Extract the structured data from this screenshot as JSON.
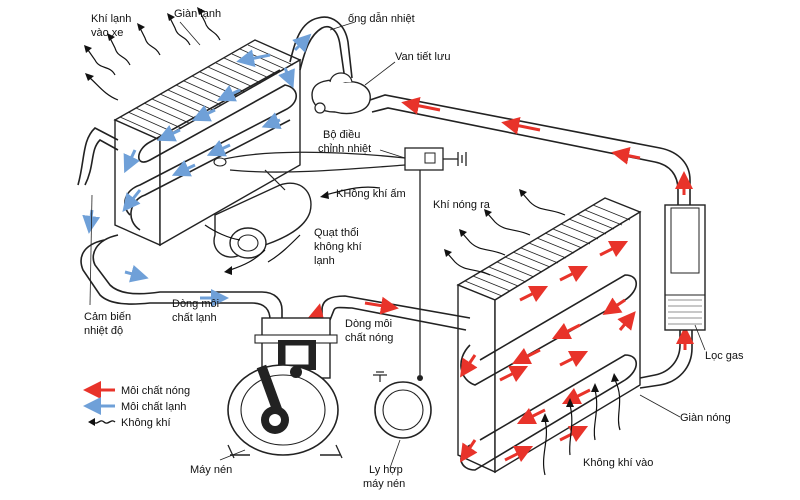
{
  "labels": {
    "cold_air_in_car_1": "Khí lạnh",
    "cold_air_in_car_2": "vào xe",
    "evaporator": "Giàn lạnh",
    "heat_pipe": "ống dẫn nhiệt",
    "expansion_valve": "Van tiết lưu",
    "thermostat_1": "Bộ điều",
    "thermostat_2": "chỉnh nhiệt",
    "humid_air": "KHông khí ấm",
    "hot_air_out": "Khí nóng ra",
    "blower_1": "Quạt thổi",
    "blower_2": "không khí",
    "blower_3": "lạnh",
    "cold_flow_1": "Dòng môi",
    "cold_flow_2": "chất lạnh",
    "hot_flow_1": "Dòng môi",
    "hot_flow_2": "chất nóng",
    "temp_sensor_1": "Cảm biến",
    "temp_sensor_2": "nhiệt độ",
    "receiver_filter": "Lọc gas",
    "condenser": "Giàn nóng",
    "air_in": "Không khí vào",
    "compressor": "Máy nén",
    "clutch_1": "Ly hợp",
    "clutch_2": "máy nén"
  },
  "legend": {
    "hot": "Môi chất nóng",
    "cold": "Môi chất lạnh",
    "air": "Không khí"
  },
  "colors": {
    "hot": "#e8332a",
    "cold": "#6fa0d8",
    "line": "#222222"
  }
}
